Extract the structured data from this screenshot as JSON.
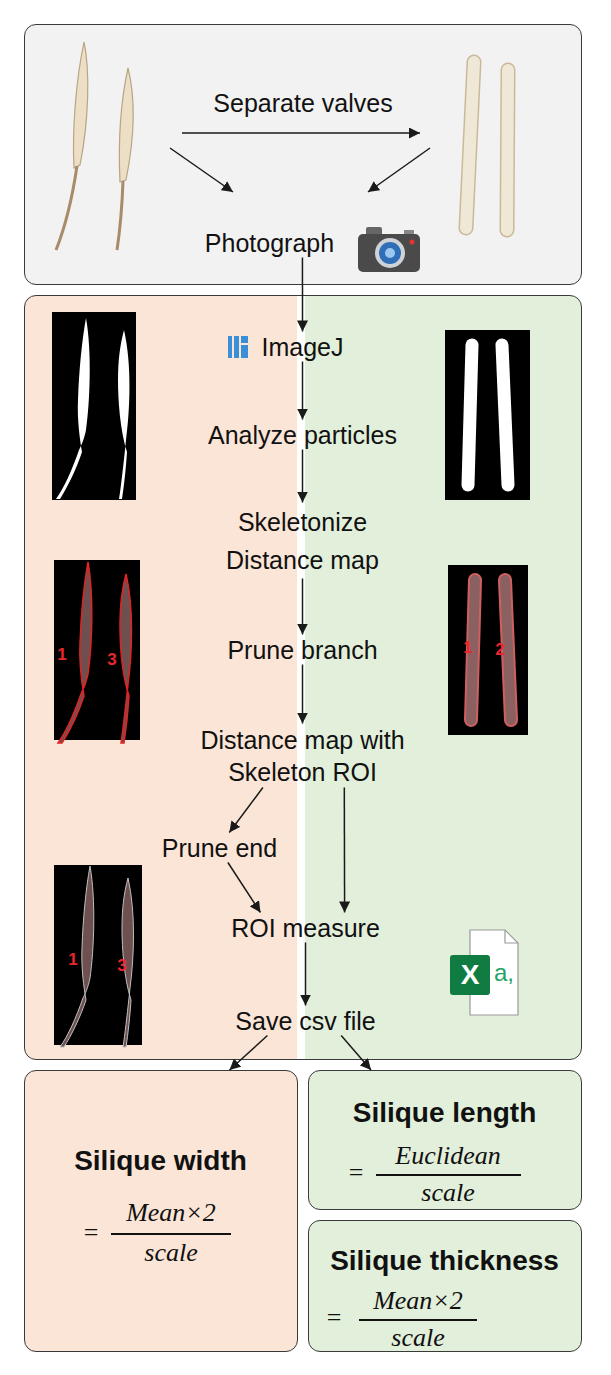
{
  "diagram": {
    "nodes": [
      {
        "text": [
          "Separate valves"
        ]
      },
      {
        "text": [
          "Photograph"
        ],
        "in": 0
      },
      {
        "text": []
      },
      {
        "text": [
          "ImageJ"
        ],
        "in": 2
      },
      {
        "text": [
          "Analyze particles"
        ],
        "in": 2
      },
      {
        "text": [
          "Skeletonize Distance map"
        ],
        "in": 2
      },
      {
        "text": [
          "Prune branch"
        ],
        "in": 2
      },
      {
        "text": [
          "Distance map with Skeleton ROI"
        ],
        "in": 2
      },
      {
        "text": [
          "Prune end"
        ],
        "in": 2
      },
      {
        "text": [
          "ROI measure"
        ],
        "in": 2
      },
      {
        "text": [
          "Save csv file"
        ],
        "in": 2
      },
      {
        "text": [
          "Silique width",
          "=",
          "Mean×2",
          "scale"
        ]
      },
      {
        "text": [
          "Silique length",
          "=",
          "Euclidean",
          "scale"
        ]
      },
      {
        "text": [
          "Silique thickness",
          "=",
          "Mean×2",
          "scale"
        ]
      }
    ],
    "edges": [
      {
        "from": 1,
        "to": 3,
        "arrow": "to"
      },
      {
        "from": 3,
        "to": 4,
        "arrow": "to"
      },
      {
        "from": 4,
        "to": 5,
        "arrow": "to"
      },
      {
        "from": 5,
        "to": 6,
        "arrow": "to"
      },
      {
        "from": 6,
        "to": 7,
        "arrow": "to"
      },
      {
        "from": 7,
        "to": 8,
        "arrow": "to"
      },
      {
        "from": 8,
        "to": 9,
        "arrow": "to"
      },
      {
        "from": 7,
        "to": 9,
        "arrow": "to"
      },
      {
        "from": 9,
        "to": 10,
        "arrow": "to"
      },
      {
        "from": 10,
        "to": 11,
        "arrow": "to"
      },
      {
        "from": 10,
        "to": 12,
        "arrow": "to"
      }
    ],
    "labels": [
      "1",
      "3",
      "1",
      "2",
      "1",
      "3",
      "X",
      "a,"
    ]
  }
}
